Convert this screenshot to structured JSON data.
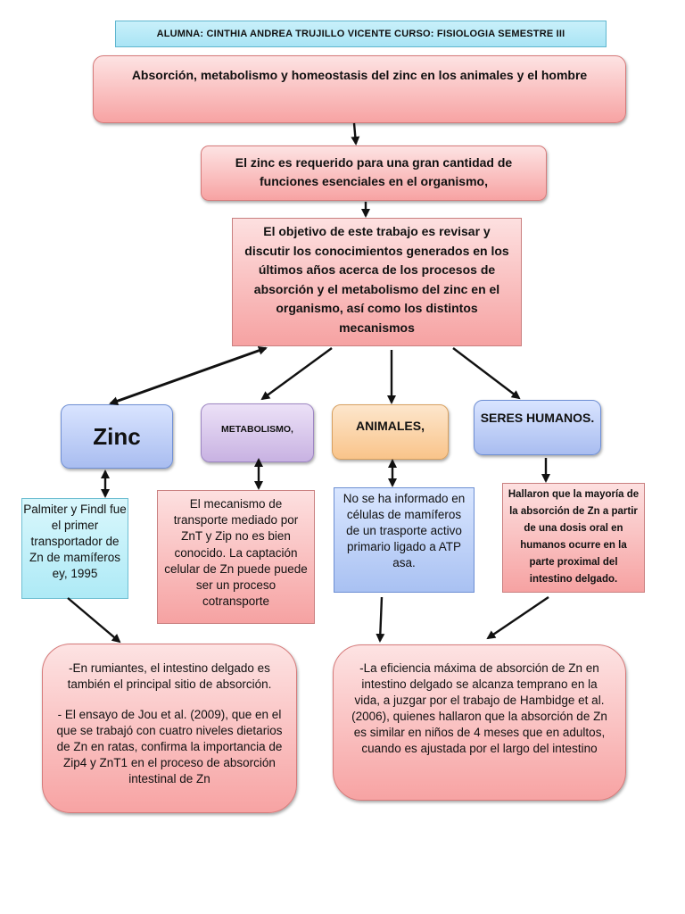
{
  "header": {
    "text": "ALUMNA: CINTHIA ANDREA TRUJILLO VICENTE  CURSO: FISIOLOGIA  SEMESTRE III"
  },
  "title": {
    "text": "Absorción, metabolismo y homeostasis del zinc en los animales y el hombre"
  },
  "requirement": {
    "text": "El zinc es requerido para una gran cantidad de funciones esenciales en el organismo,"
  },
  "objective": {
    "text": "El objetivo de este trabajo es revisar y discutir los conocimientos generados en los últimos años acerca de los procesos de absorción y el metabolismo del zinc en el organismo, así como los distintos mecanismos"
  },
  "nodes": {
    "zinc": "Zinc",
    "metabolismo": "METABOLISMO,",
    "animales": "ANIMALES,",
    "seres_humanos": "SERES HUMANOS."
  },
  "details": {
    "palmiter": "Palmiter y Findl fue el primer transportador de Zn de mamíferos ey, 1995",
    "mecanismo": "El mecanismo de transporte mediado por ZnT y Zip no es bien conocido. La captación celular de Zn puede puede ser un proceso cotransporte",
    "no_ha_informado": "No se ha informado en células de mamíferos de un trasporte activo primario ligado a ATP asa.",
    "hallaron": "Hallaron que la mayoría de la absorción de Zn a partir de una dosis oral en humanos ocurre en la parte proximal del intestino delgado."
  },
  "bottom": {
    "rumiantes_1": "-En rumiantes, el intestino delgado es también el principal sitio de absorción.",
    "rumiantes_2": "-     El ensayo de Jou et al. (2009), que en el que se trabajó con cuatro niveles dietarios de Zn en ratas, confirma la importancia de Zip4 y ZnT1 en el proceso de absorción intestinal de Zn",
    "eficiencia": "-La eficiencia máxima de absorción de Zn en intestino delgado se alcanza temprano en la vida, a juzgar por el trabajo de Hambidge et al. (2006), quienes hallaron que la absorción de Zn es similar en niños de 4 meses que en adultos, cuando es ajustada por el largo del intestino"
  },
  "colors": {
    "pink_box": "#f7a3a3",
    "blue_node": "#a9bdf0",
    "purple_node": "#c8b2e2",
    "orange_node": "#f9c48a",
    "cyan_box": "#aeeaf6",
    "arrow": "#111111"
  }
}
